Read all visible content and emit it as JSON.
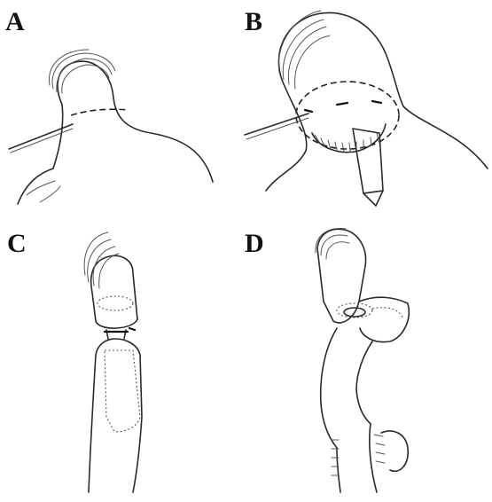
{
  "figure": {
    "panels": [
      {
        "id": "A",
        "label": "A"
      },
      {
        "id": "B",
        "label": "B"
      },
      {
        "id": "C",
        "label": "C"
      },
      {
        "id": "D",
        "label": "D"
      }
    ]
  },
  "colors": {
    "ink": "#2a2a2a",
    "background": "#ffffff"
  }
}
